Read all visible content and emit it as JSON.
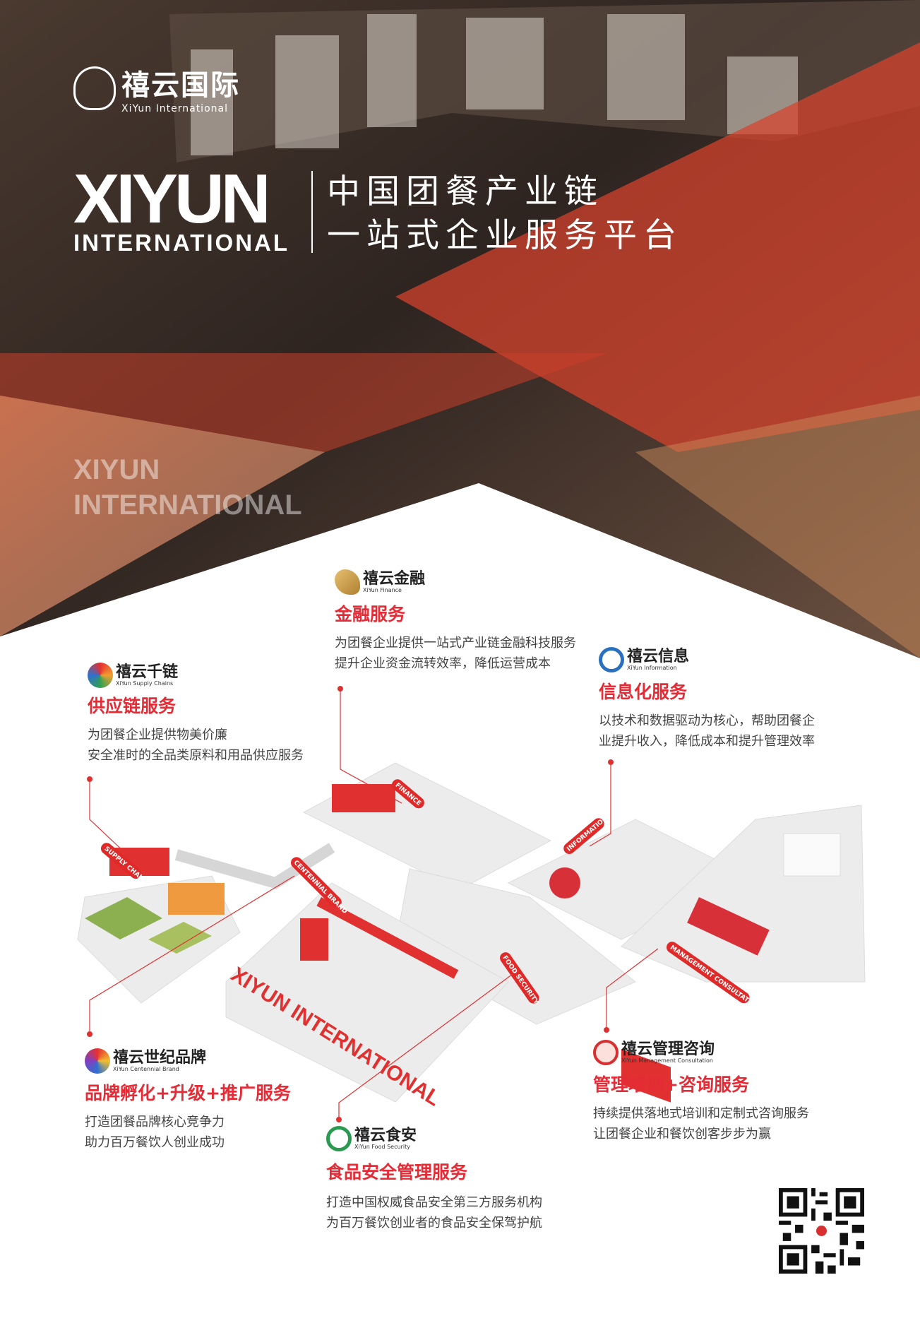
{
  "header": {
    "logo_cn": "禧云国际",
    "logo_en": "XiYun International",
    "hero_title": "XIYUN",
    "hero_subtitle": "INTERNATIONAL",
    "slogan_line1": "中国团餐产业链",
    "slogan_line2": "一站式企业服务平台",
    "watermark": "XIYUN INTERNATIONAL"
  },
  "services": {
    "finance": {
      "logo_cn": "禧云金融",
      "logo_en": "XiYun Finance",
      "title": "金融服务",
      "desc": [
        "为团餐企业提供一站式产业链金融科技服务",
        "提升企业资金流转效率，降低运营成本"
      ]
    },
    "supply": {
      "logo_cn": "禧云千链",
      "logo_en": "XiYun Supply Chains",
      "title": "供应链服务",
      "desc": [
        "为团餐企业提供物美价廉",
        "安全准时的全品类原料和用品供应服务"
      ]
    },
    "info": {
      "logo_cn": "禧云信息",
      "logo_en": "XiYun Information",
      "title": "信息化服务",
      "desc": [
        "以技术和数据驱动为核心，帮助团餐企",
        "业提升收入，降低成本和提升管理效率"
      ]
    },
    "brand": {
      "logo_cn": "禧云世纪品牌",
      "logo_en": "XiYun Centennial Brand",
      "title": "品牌孵化+升级+推广服务",
      "desc": [
        "打造团餐品牌核心竞争力",
        "助力百万餐饮人创业成功"
      ]
    },
    "food": {
      "logo_cn": "禧云食安",
      "logo_en": "XiYun Food Security",
      "title": "食品安全管理服务",
      "desc": [
        "打造中国权威食品安全第三方服务机构",
        "为百万餐饮创业者的食品安全保驾护航"
      ]
    },
    "mgmt": {
      "logo_cn": "禧云管理咨询",
      "logo_en": "XiYun Management Consultation",
      "title": "管理培训+咨询服务",
      "desc": [
        "持续提供落地式培训和定制式咨询服务",
        "让团餐企业和餐饮创客步步为赢"
      ]
    }
  },
  "illustration": {
    "labels": {
      "supply": "SUPPLY CHAINS",
      "finance": "FINANCE",
      "info": "INFORMATION",
      "brand": "CENTENNIAL BRAND",
      "food": "FOOD SECURITY",
      "mgmt": "MANAGEMENT CONSULTATION",
      "floor": "XIYUN INTERNATIONAL"
    }
  },
  "colors": {
    "accent": "#e52b35",
    "photo_dark": "#3a2a22",
    "overlay_red": "#d8432c"
  }
}
